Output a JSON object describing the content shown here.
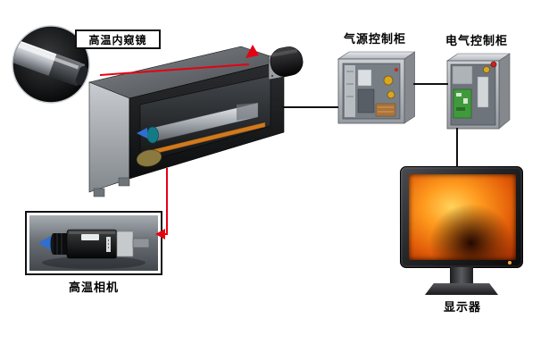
{
  "diagram": {
    "type": "system-connection-diagram",
    "labels": {
      "endoscope": "高温内窥镜",
      "air_cabinet": "气源控制柜",
      "electric_cabinet": "电气控制柜",
      "camera": "高温相机",
      "monitor": "显示器"
    },
    "colors": {
      "connector_red": "#e60012",
      "connector_black": "#111111",
      "arrow_blue": "#2f6fd0",
      "furnace_orange": "#ff9a1e",
      "cabinet_gray": "#c2c6ca"
    }
  }
}
